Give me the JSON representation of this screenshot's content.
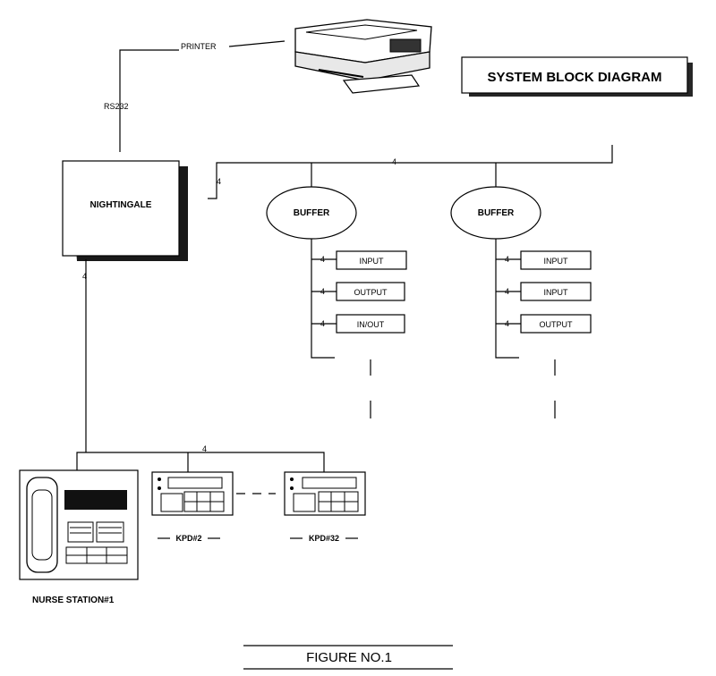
{
  "title": "SYSTEM BLOCK DIAGRAM",
  "figure_caption": "FIGURE NO.1",
  "printer_label": "PRINTER",
  "rs232_label": "RS232",
  "controller_label": "NIGHTINGALE",
  "bus_width_label": "4",
  "buffers": [
    {
      "label": "BUFFER",
      "ports": [
        "INPUT",
        "OUTPUT",
        "IN/OUT"
      ]
    },
    {
      "label": "BUFFER",
      "ports": [
        "INPUT",
        "INPUT",
        "OUTPUT"
      ]
    }
  ],
  "nurse_station_label": "NURSE STATION#1",
  "keypads": [
    "KPD#2",
    "KPD#32"
  ]
}
